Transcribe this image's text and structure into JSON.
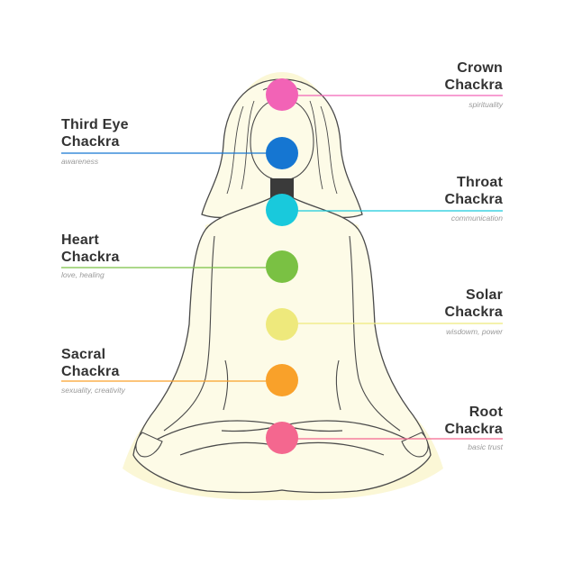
{
  "chakras": [
    {
      "key": "crown",
      "line1": "Crown",
      "line2": "Chackra",
      "description": "spirituality",
      "color": "#f263b6",
      "side": "right"
    },
    {
      "key": "third_eye",
      "line1": "Third Eye",
      "line2": "Chackra",
      "description": "awareness",
      "color": "#1576d2",
      "side": "left"
    },
    {
      "key": "throat",
      "line1": "Throat",
      "line2": "Chackra",
      "description": "communication",
      "color": "#19c9dc",
      "side": "right"
    },
    {
      "key": "heart",
      "line1": "Heart",
      "line2": "Chackra",
      "description": "love, healing",
      "color": "#7ac143",
      "side": "left"
    },
    {
      "key": "solar",
      "line1": "Solar",
      "line2": "Chackra",
      "description": "wisdowm, power",
      "color": "#eee97c",
      "side": "right"
    },
    {
      "key": "sacral",
      "line1": "Sacral",
      "line2": "Chackra",
      "description": "sexuality, creativity",
      "color": "#f9a12a",
      "side": "left"
    },
    {
      "key": "root",
      "line1": "Root",
      "line2": "Chackra",
      "description": "basic trust",
      "color": "#f4678f",
      "side": "right"
    }
  ]
}
